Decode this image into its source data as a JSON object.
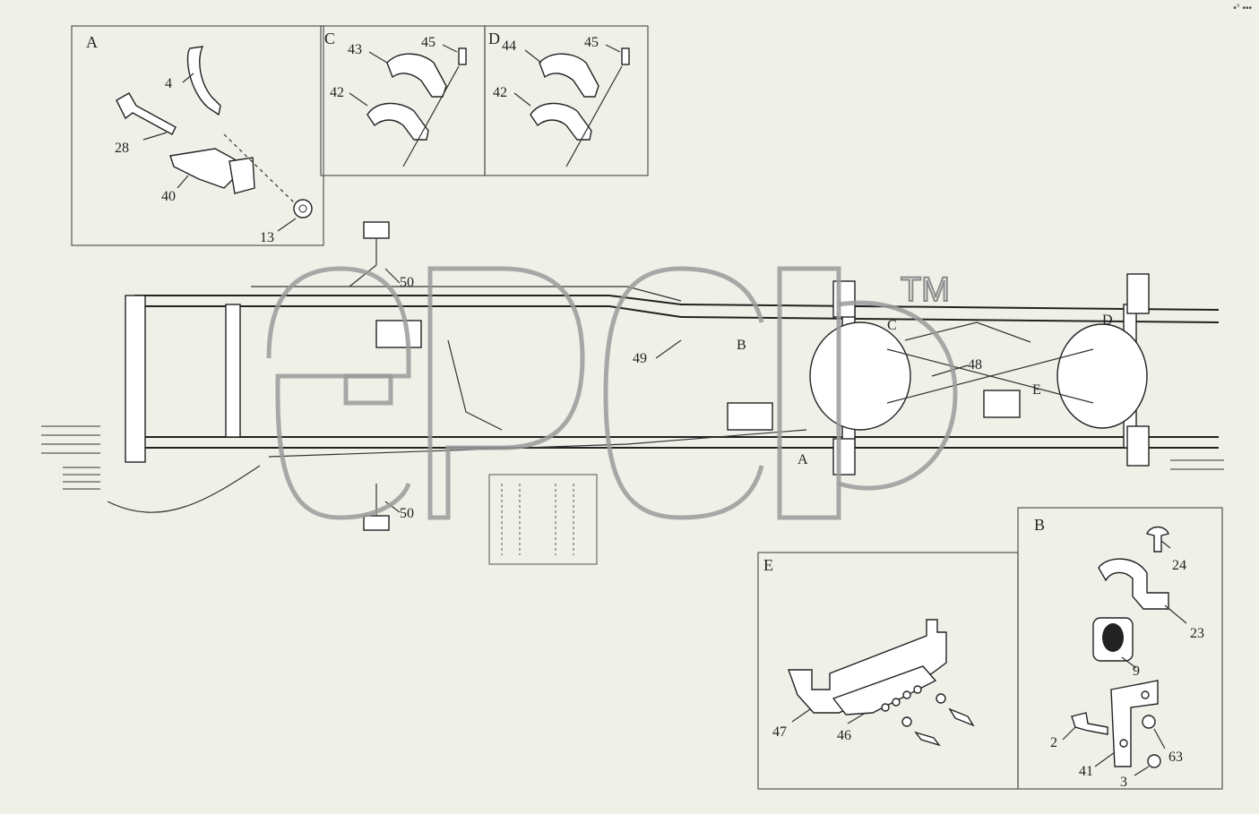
{
  "watermark": {
    "text": "epcd",
    "tm": "TM"
  },
  "corner_mark": "•° •••",
  "panels": {
    "A": {
      "title": "A",
      "callouts": [
        "4",
        "28",
        "40",
        "13"
      ]
    },
    "C": {
      "title": "C",
      "callouts": [
        "43",
        "45",
        "42"
      ]
    },
    "D": {
      "title": "D",
      "callouts": [
        "44",
        "45",
        "42"
      ]
    },
    "E": {
      "title": "E",
      "callouts": [
        "47",
        "46"
      ]
    },
    "B": {
      "title": "B",
      "callouts": [
        "24",
        "23",
        "9",
        "2",
        "41",
        "3",
        "63"
      ]
    }
  },
  "chassis_callouts": {
    "c50_top": "50",
    "c50_bottom": "50",
    "c49": "49",
    "c48": "48",
    "cB": "B",
    "cA": "A",
    "cC": "C",
    "cD": "D",
    "cE": "E"
  }
}
